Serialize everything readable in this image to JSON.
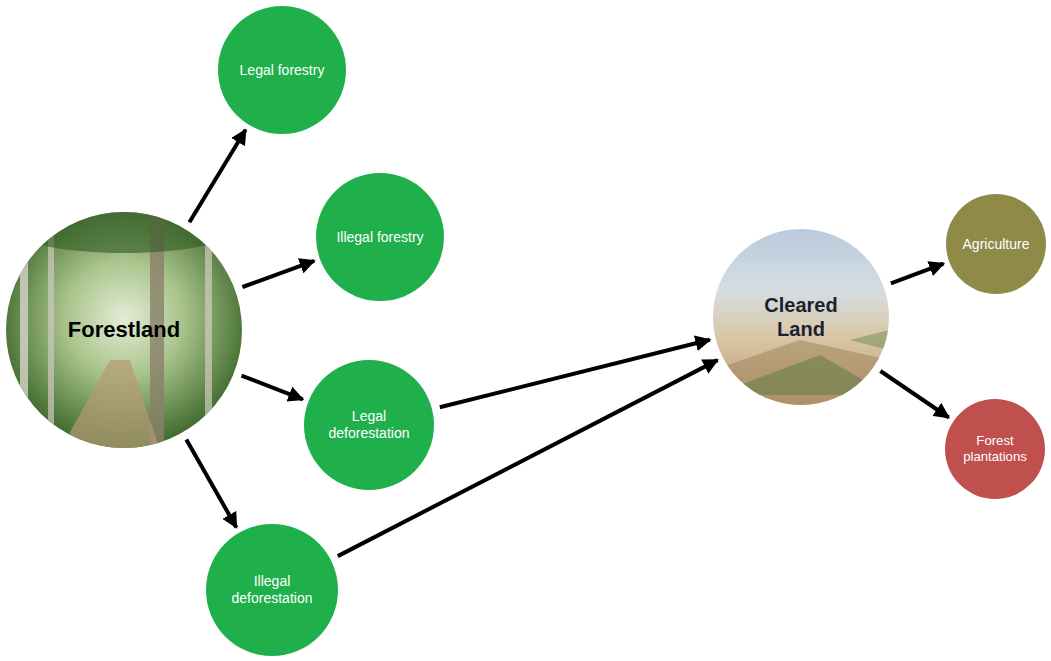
{
  "diagram": {
    "nodes": [
      {
        "text": [
          "Forestland"
        ]
      },
      {
        "text": [
          "Legal forestry"
        ]
      },
      {
        "text": [
          "Illegal forestry"
        ]
      },
      {
        "text": [
          "Legal deforestation"
        ]
      },
      {
        "text": [
          "Illegal deforestation"
        ]
      },
      {
        "text": [
          "Cleared Land"
        ]
      },
      {
        "text": [
          "Agriculture"
        ]
      },
      {
        "text": [
          "Forest plantations"
        ]
      }
    ],
    "edges": [
      {
        "from": 0,
        "to": 1,
        "arrow": "to"
      },
      {
        "from": 0,
        "to": 2,
        "arrow": "to"
      },
      {
        "from": 0,
        "to": 3,
        "arrow": "to"
      },
      {
        "from": 0,
        "to": 4,
        "arrow": "to"
      },
      {
        "from": 3,
        "to": 5,
        "arrow": "to"
      },
      {
        "from": 4,
        "to": 5,
        "arrow": "to"
      },
      {
        "from": 5,
        "to": 6,
        "arrow": "to"
      },
      {
        "from": 5,
        "to": 7,
        "arrow": "to"
      }
    ]
  }
}
